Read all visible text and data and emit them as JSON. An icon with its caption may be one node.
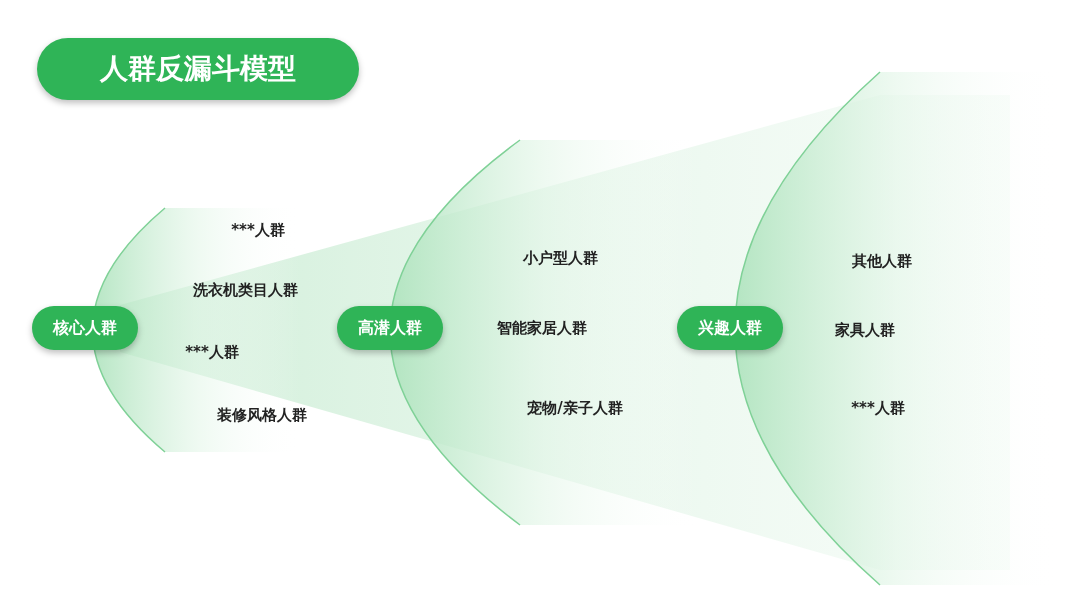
{
  "diagram": {
    "title": "人群反漏斗模型",
    "nodes": [
      {
        "text": [
          "核心人群"
        ]
      },
      {
        "text": [
          "高潜人群"
        ]
      },
      {
        "text": [
          "兴趣人群"
        ]
      }
    ],
    "labels": [
      "***人群",
      "洗衣机类目人群",
      "***人群",
      "装修风格人群",
      "小户型人群",
      "智能家居人群",
      "宠物/亲子人群",
      "其他人群",
      "家具人群",
      "***人群"
    ]
  }
}
